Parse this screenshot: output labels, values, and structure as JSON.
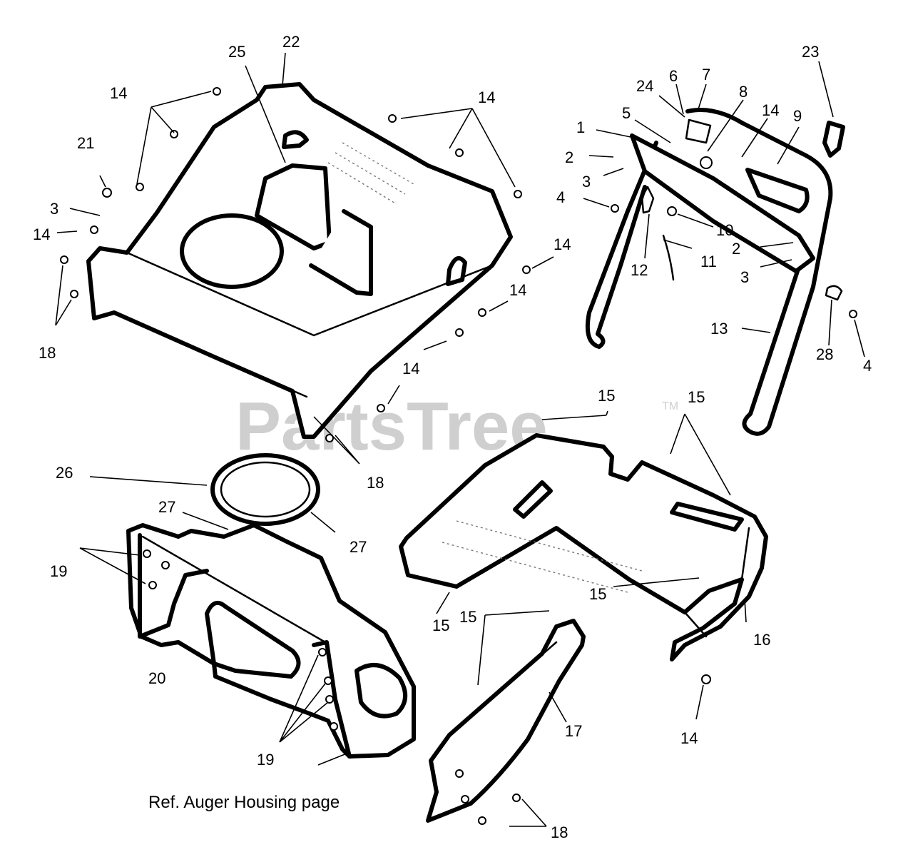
{
  "watermark": {
    "text": "PartsTree",
    "tm": "TM"
  },
  "reference_note": "Ref. Auger Housing page",
  "callouts": {
    "c1": "1",
    "c2a": "2",
    "c2b": "2",
    "c3a": "3",
    "c3b": "3",
    "c3c": "3",
    "c4a": "4",
    "c4b": "4",
    "c5": "5",
    "c6": "6",
    "c7": "7",
    "c8": "8",
    "c9": "9",
    "c10": "10",
    "c11": "11",
    "c12": "12",
    "c13": "13",
    "c14a": "14",
    "c14b": "14",
    "c14c": "14",
    "c14d": "14",
    "c14e": "14",
    "c14f": "14",
    "c14g": "14",
    "c14h": "14",
    "c15a": "15",
    "c15b": "15",
    "c15c": "15",
    "c15d": "15",
    "c15e": "15",
    "c16": "16",
    "c17": "17",
    "c18a": "18",
    "c18b": "18",
    "c18c": "18",
    "c19a": "19",
    "c19b": "19",
    "c20": "20",
    "c21": "21",
    "c22": "22",
    "c23": "23",
    "c24": "24",
    "c25": "25",
    "c26": "26",
    "c27a": "27",
    "c27b": "27",
    "c28": "28"
  }
}
